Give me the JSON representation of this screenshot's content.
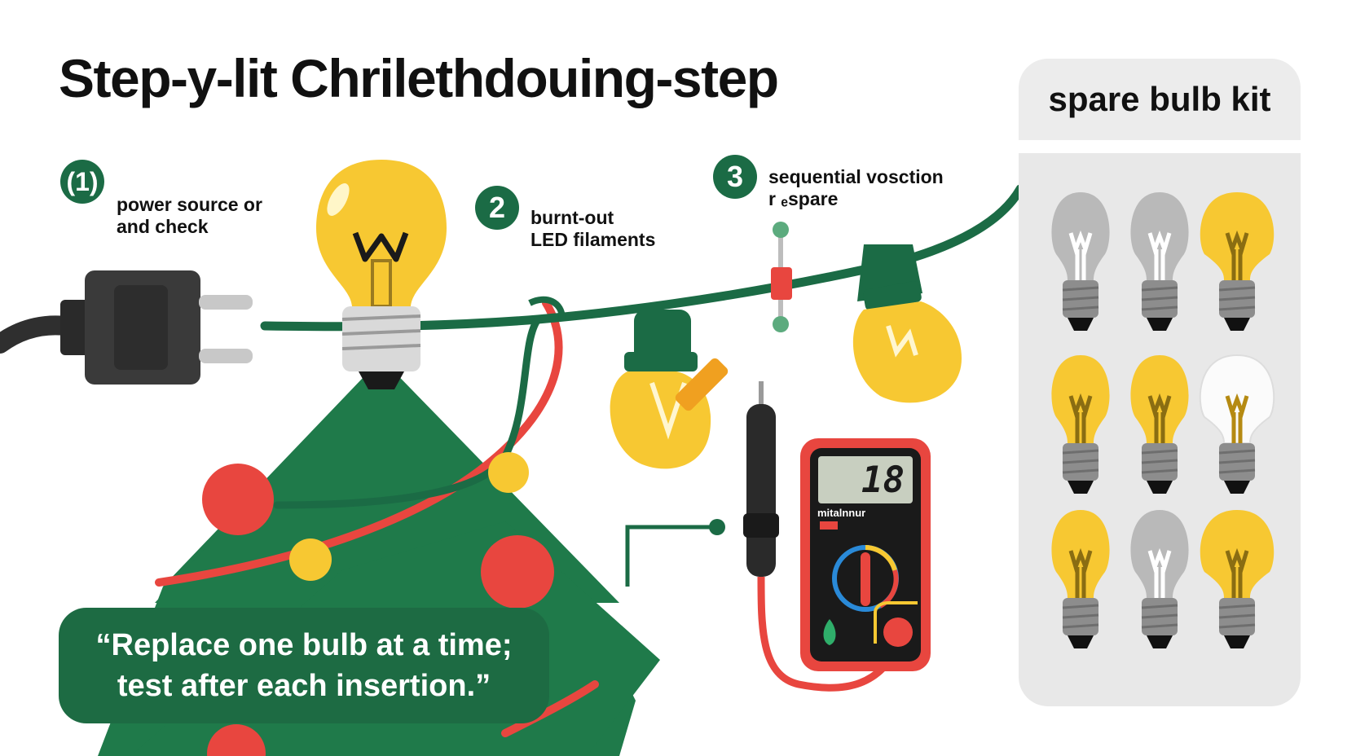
{
  "title": "Step-y-lit Chrilethdouing-step",
  "steps": [
    {
      "badge": "(1)",
      "text": "power source or\nand check"
    },
    {
      "badge": "2",
      "text": "burnt-out\nLED filaments"
    },
    {
      "badge": "3",
      "text": "sequential vosction\nr ₑspare"
    }
  ],
  "kit": {
    "title": "spare bulb kit",
    "bulbs": [
      "gray",
      "gray",
      "yellow",
      "yellow",
      "yellow",
      "white",
      "yellow",
      "gray",
      "yellow"
    ]
  },
  "quote": {
    "line1": "“Replace one bulb at a time;",
    "line2": "test after each insertion.”"
  },
  "multimeter": {
    "display": "18",
    "label": "mitalnnur"
  },
  "colors": {
    "green": "#1b6b45",
    "tree": "#1f7a4a",
    "yellow": "#f7c832",
    "red": "#e8463f",
    "plug": "#333333",
    "kit_bg": "#e8e8e8"
  }
}
